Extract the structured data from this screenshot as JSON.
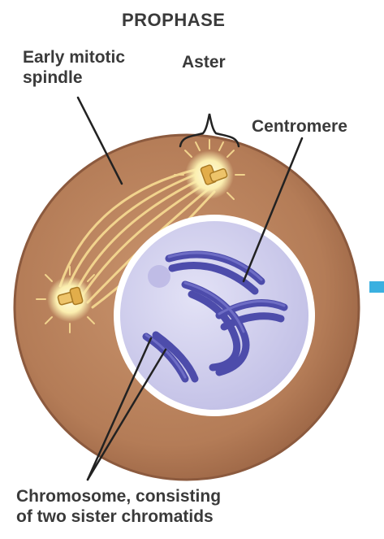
{
  "title": "PROPHASE",
  "labels": {
    "spindle_line1": "Early mitotic",
    "spindle_line2": "spindle",
    "aster": "Aster",
    "centromere": "Centromere",
    "chromosome_line1": "Chromosome, consisting",
    "chromosome_line2": "of two sister chromatids"
  },
  "colors": {
    "cytoplasm": "#b47c57",
    "cell_rim": "#8c5a3e",
    "nucleus": "#d3d2ee",
    "nuclear_envelope": "#ffffff",
    "chromatid": "#4d4cab",
    "centrosome_glow": "#fbeeaf",
    "centriole": "#e2ad4a",
    "spindle_fiber": "#f1d38d",
    "arrow": "#3ab0e0",
    "label_text": "#3a3a3a"
  }
}
